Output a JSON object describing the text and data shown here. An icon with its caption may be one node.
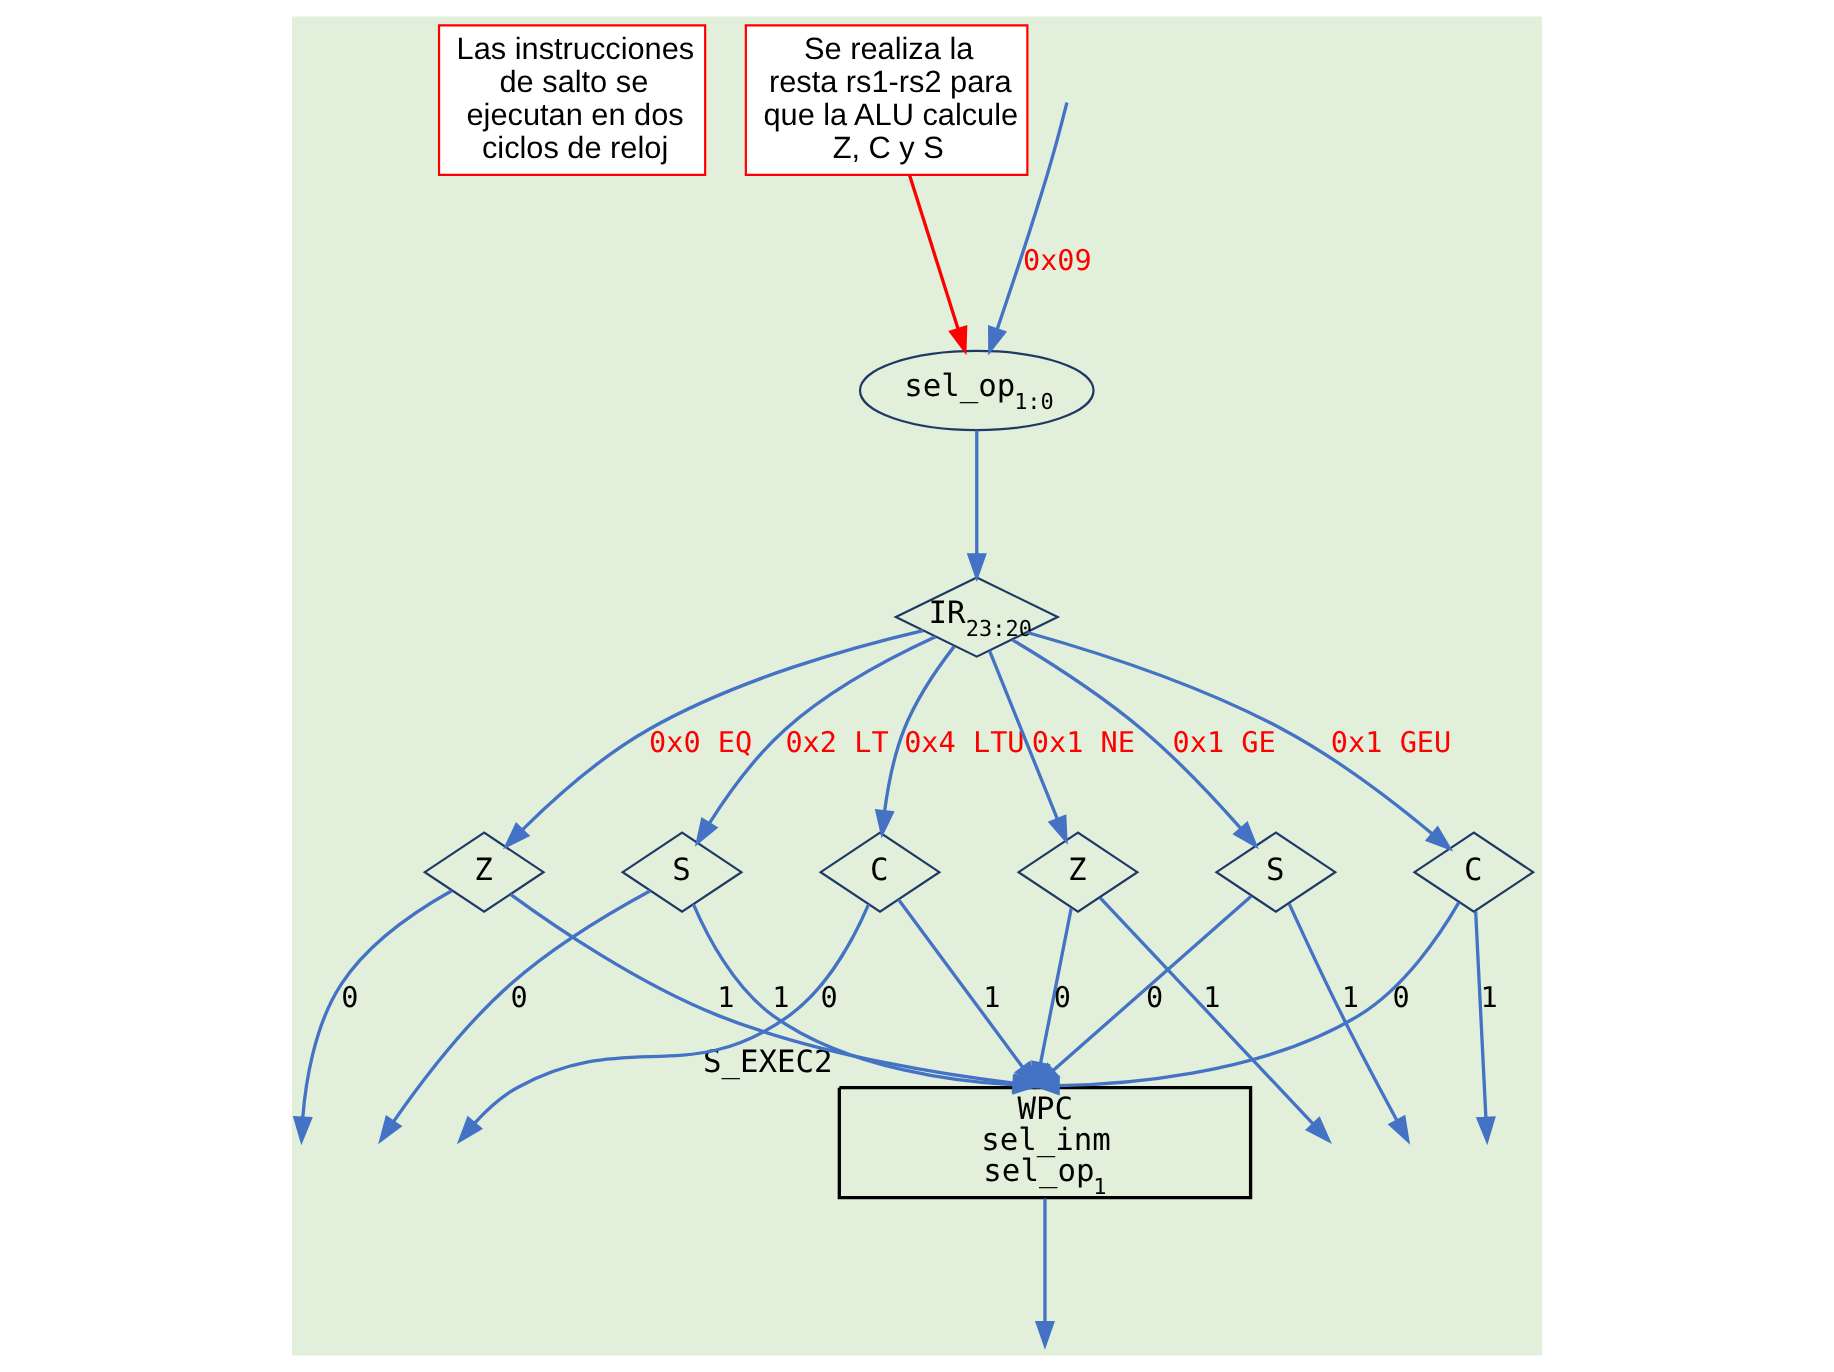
{
  "diagram": {
    "nodes": [
      {
        "text": [
          "Las instrucciones de salto se ejecutan en dos ciclos de reloj"
        ]
      },
      {
        "text": [
          "Se realiza la resta rs1-rs2 para que la ALU calcule Z, C y S"
        ]
      },
      {
        "text": [
          "sel_op$_{1:0}$"
        ]
      },
      {
        "text": [
          "IR$_{23:20}$"
        ]
      },
      {
        "text": [
          "Z"
        ]
      },
      {
        "text": [
          "S"
        ]
      },
      {
        "text": [
          "C"
        ]
      },
      {
        "text": [
          "Z"
        ]
      },
      {
        "text": [
          "S"
        ]
      },
      {
        "text": [
          "C"
        ]
      },
      {
        "text": [
          "WPC",
          "sel_inm",
          "sel_op$_{1}$"
        ],
        "beside": [
          "S_EXEC2"
        ]
      }
    ],
    "edges": [
      {
        "from": 1,
        "to": 2,
        "arrow": "to",
        "color": "#ff0000"
      },
      {
        "from": null,
        "to": 2,
        "arrow": "to",
        "label": "0x09"
      },
      {
        "from": 2,
        "to": 3,
        "arrow": "to"
      },
      {
        "from": 3,
        "to": 4,
        "arrow": "to",
        "label": "0x0 EQ"
      },
      {
        "from": 3,
        "to": 5,
        "arrow": "to",
        "label": "0x2 LT"
      },
      {
        "from": 3,
        "to": 6,
        "arrow": "to",
        "label": "0x4 LTU"
      },
      {
        "from": 3,
        "to": 7,
        "arrow": "to",
        "label": "0x1 NE"
      },
      {
        "from": 3,
        "to": 8,
        "arrow": "to",
        "label": "0x1 GE"
      },
      {
        "from": 3,
        "to": 9,
        "arrow": "to",
        "label": "0x1 GEU"
      },
      {
        "from": 4,
        "to": null,
        "arrow": "to",
        "label": "0"
      },
      {
        "from": 4,
        "to": 10,
        "arrow": "to",
        "label": "1"
      },
      {
        "from": 5,
        "to": null,
        "arrow": "to",
        "label": "0"
      },
      {
        "from": 5,
        "to": 10,
        "arrow": "to",
        "label": "1"
      },
      {
        "from": 6,
        "to": null,
        "arrow": "to",
        "label": "0"
      },
      {
        "from": 6,
        "to": 10,
        "arrow": "to",
        "label": "1"
      },
      {
        "from": 7,
        "to": 10,
        "arrow": "to",
        "label": "0"
      },
      {
        "from": 7,
        "to": null,
        "arrow": "to",
        "label": "1"
      },
      {
        "from": 8,
        "to": 10,
        "arrow": "to",
        "label": "0"
      },
      {
        "from": 8,
        "to": null,
        "arrow": "to",
        "label": "1"
      },
      {
        "from": 9,
        "to": 10,
        "arrow": "to",
        "label": "0"
      },
      {
        "from": 9,
        "to": null,
        "arrow": "to",
        "label": "1"
      },
      {
        "from": 10,
        "to": null,
        "arrow": "to"
      }
    ]
  }
}
